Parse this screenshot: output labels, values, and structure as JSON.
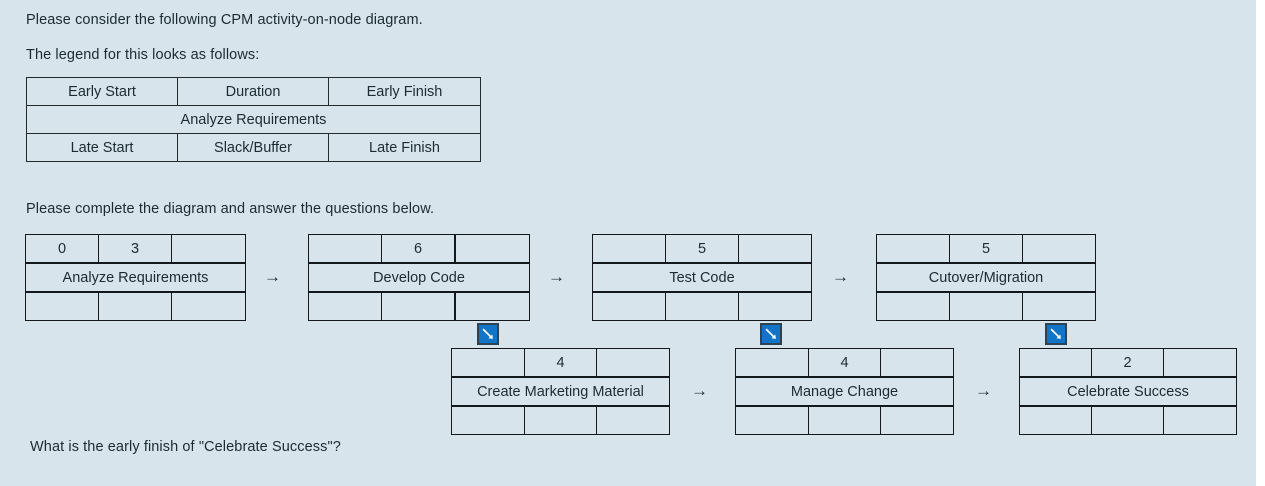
{
  "page": {
    "background_color": "#d8e4ec",
    "intro_line_1": "Please consider the following CPM activity-on-node diagram.",
    "intro_line_2": "The legend for this looks as follows:",
    "instruction": "Please complete the diagram and answer the questions below.",
    "question": "What is the early finish of \"Celebrate Success\"?"
  },
  "legend": {
    "top": [
      "Early Start",
      "Duration",
      "Early Finish"
    ],
    "middle": "Analyze Requirements",
    "bottom": [
      "Late Start",
      "Slack/Buffer",
      "Late Finish"
    ]
  },
  "diagram": {
    "arrow_glyph": "→",
    "diag_icon_color": "#1274c6",
    "row1": [
      {
        "early_start": "0",
        "duration": "3",
        "early_finish": "",
        "name": "Analyze Requirements",
        "late_start": "",
        "slack": "",
        "late_finish": ""
      },
      {
        "early_start": "",
        "duration": "6",
        "early_finish": "",
        "name": "Develop Code",
        "late_start": "",
        "slack": "",
        "late_finish": ""
      },
      {
        "early_start": "",
        "duration": "5",
        "early_finish": "",
        "name": "Test Code",
        "late_start": "",
        "slack": "",
        "late_finish": ""
      },
      {
        "early_start": "",
        "duration": "5",
        "early_finish": "",
        "name": "Cutover/Migration",
        "late_start": "",
        "slack": "",
        "late_finish": ""
      }
    ],
    "row2": [
      {
        "early_start": "",
        "duration": "4",
        "early_finish": "",
        "name": "Create Marketing Material",
        "late_start": "",
        "slack": "",
        "late_finish": ""
      },
      {
        "early_start": "",
        "duration": "4",
        "early_finish": "",
        "name": "Manage Change",
        "late_start": "",
        "slack": "",
        "late_finish": ""
      },
      {
        "early_start": "",
        "duration": "2",
        "early_finish": "",
        "name": "Celebrate Success",
        "late_start": "",
        "slack": "",
        "late_finish": ""
      }
    ]
  }
}
